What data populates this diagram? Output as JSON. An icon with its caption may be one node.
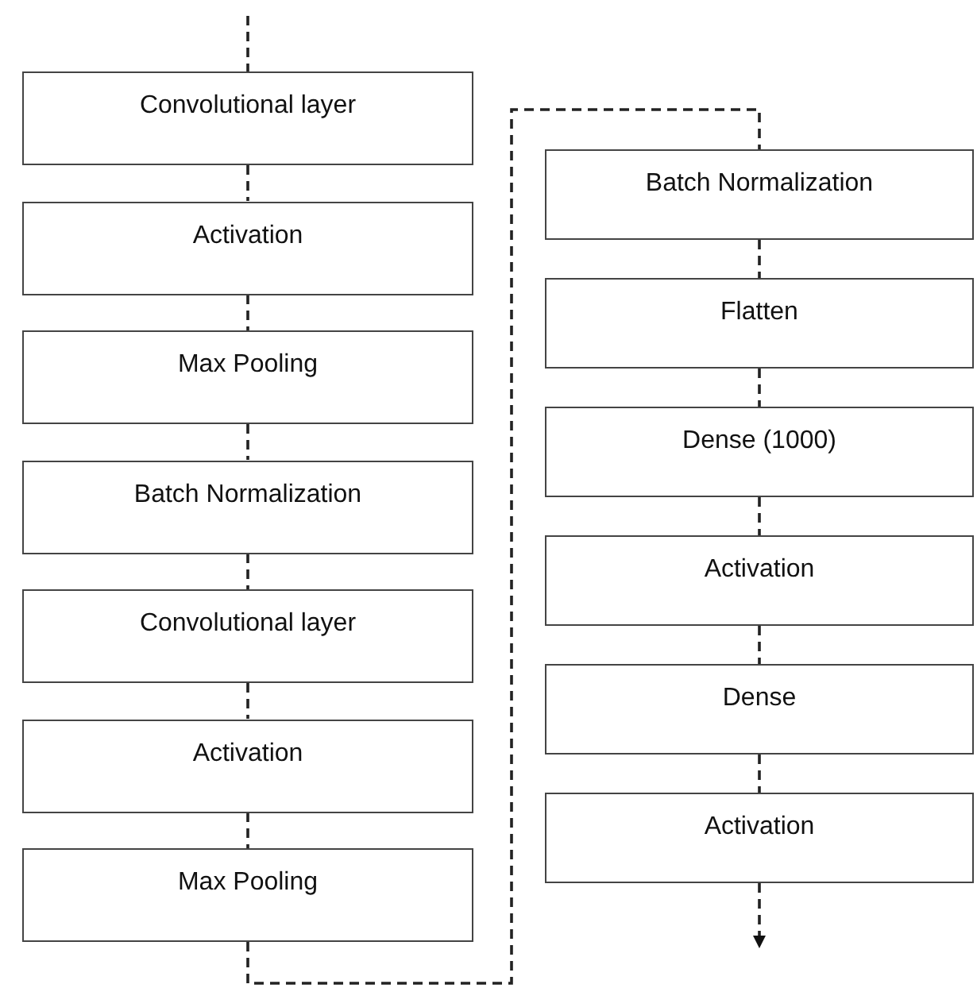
{
  "diagram": {
    "nodes": [
      {
        "text": [
          "Convolutional layer"
        ]
      },
      {
        "text": [
          "Activation"
        ]
      },
      {
        "text": [
          "Max Pooling"
        ]
      },
      {
        "text": [
          "Batch Normalization"
        ]
      },
      {
        "text": [
          "Convolutional layer"
        ]
      },
      {
        "text": [
          "Activation"
        ]
      },
      {
        "text": [
          "Max Pooling"
        ]
      },
      {
        "text": [
          "Batch Normalization"
        ]
      },
      {
        "text": [
          "Flatten"
        ]
      },
      {
        "text": [
          "Dense (1000)"
        ]
      },
      {
        "text": [
          "Activation"
        ]
      },
      {
        "text": [
          "Dense"
        ]
      },
      {
        "text": [
          "Activation"
        ]
      }
    ],
    "edges": [
      {
        "from": null,
        "to": 0,
        "arrow": "none",
        "style": "dashed"
      },
      {
        "from": 0,
        "to": 1,
        "arrow": "none",
        "style": "dashed"
      },
      {
        "from": 1,
        "to": 2,
        "arrow": "none",
        "style": "dashed"
      },
      {
        "from": 2,
        "to": 3,
        "arrow": "none",
        "style": "dashed"
      },
      {
        "from": 3,
        "to": 4,
        "arrow": "none",
        "style": "dashed"
      },
      {
        "from": 4,
        "to": 5,
        "arrow": "none",
        "style": "dashed"
      },
      {
        "from": 5,
        "to": 6,
        "arrow": "none",
        "style": "dashed"
      },
      {
        "from": 6,
        "to": 7,
        "arrow": "none",
        "style": "dashed"
      },
      {
        "from": 7,
        "to": 8,
        "arrow": "none",
        "style": "dashed"
      },
      {
        "from": 8,
        "to": 9,
        "arrow": "none",
        "style": "dashed"
      },
      {
        "from": 9,
        "to": 10,
        "arrow": "none",
        "style": "dashed"
      },
      {
        "from": 10,
        "to": 11,
        "arrow": "none",
        "style": "dashed"
      },
      {
        "from": 11,
        "to": 12,
        "arrow": "none",
        "style": "dashed"
      },
      {
        "from": 12,
        "to": null,
        "arrow": "to",
        "style": "dashed"
      }
    ]
  }
}
